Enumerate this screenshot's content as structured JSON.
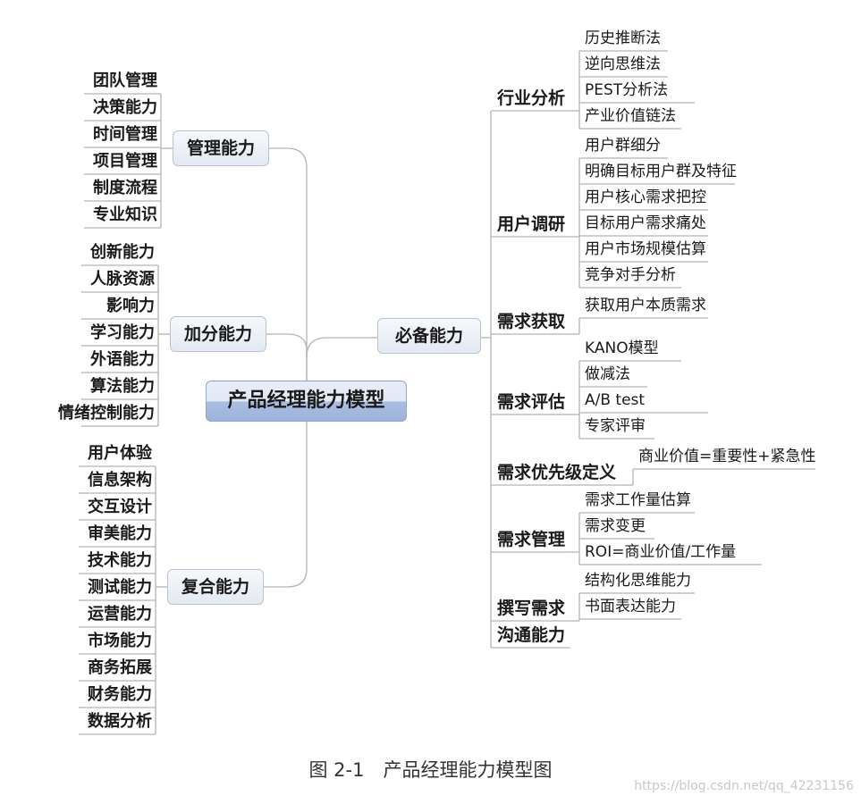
{
  "central": "产品经理能力模型",
  "branches": {
    "management": {
      "label": "管理能力",
      "items": [
        "团队管理",
        "决策能力",
        "时间管理",
        "项目管理",
        "制度流程",
        "专业知识"
      ]
    },
    "bonus": {
      "label": "加分能力",
      "items": [
        "创新能力",
        "人脉资源",
        "影响力",
        "学习能力",
        "外语能力",
        "算法能力",
        "情绪控制能力"
      ]
    },
    "composite": {
      "label": "复合能力",
      "items": [
        "用户体验",
        "信息架构",
        "交互设计",
        "审美能力",
        "技术能力",
        "测试能力",
        "运营能力",
        "市场能力",
        "商务拓展",
        "财务能力",
        "数据分析"
      ]
    },
    "essential": {
      "label": "必备能力",
      "groups": [
        {
          "label": "行业分析",
          "items": [
            "历史推断法",
            "逆向思维法",
            "PEST分析法",
            "产业价值链法"
          ]
        },
        {
          "label": "用户调研",
          "items": [
            "用户群细分",
            "明确目标用户群及特征",
            "用户核心需求把控",
            "目标用户需求痛处",
            "用户市场规模估算",
            "竞争对手分析"
          ]
        },
        {
          "label": "需求获取",
          "items": [
            "获取用户本质需求"
          ]
        },
        {
          "label": "需求评估",
          "items": [
            "KANO模型",
            "做减法",
            "A/B test",
            "专家评审"
          ]
        },
        {
          "label": "需求优先级定义",
          "items": [
            "商业价值=重要性+紧急性"
          ]
        },
        {
          "label": "需求管理",
          "items": [
            "需求工作量估算",
            "需求变更",
            "ROI=商业价值/工作量"
          ]
        },
        {
          "label": "撰写需求",
          "items": [
            "结构化思维能力",
            "书面表达能力"
          ]
        },
        {
          "label": "沟通能力",
          "items": []
        }
      ]
    }
  },
  "caption": "图 2-1　产品经理能力模型图",
  "watermark": "https://blog.csdn.net/qq_42231156",
  "colors": {
    "line": "#b4b4b4",
    "pill_border": "#b8c4d4",
    "central_fill": "#9db3db"
  }
}
